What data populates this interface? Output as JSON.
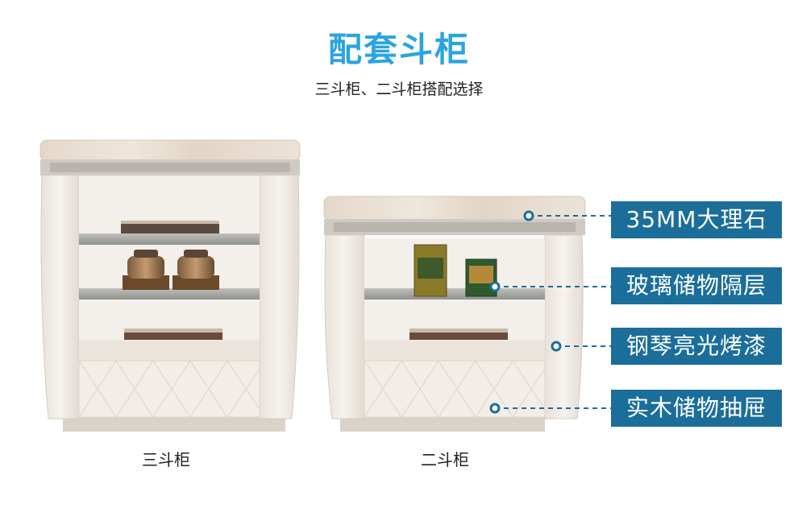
{
  "header": {
    "title": "配套斗柜",
    "subtitle": "三斗柜、二斗柜搭配选择"
  },
  "products": [
    {
      "label": "三斗柜"
    },
    {
      "label": "二斗柜"
    }
  ],
  "features": [
    {
      "label": "35MM大理石"
    },
    {
      "label": "玻璃储物隔层"
    },
    {
      "label": "钢琴亮光烤漆"
    },
    {
      "label": "实木储物抽屉"
    }
  ],
  "colors": {
    "title": "#2aa4e0",
    "feature_box": "#1b6e9a",
    "leader_line": "#1b6e9a",
    "cabinet_body": "#efe9e2",
    "marble_top": "#e7ddd0"
  }
}
